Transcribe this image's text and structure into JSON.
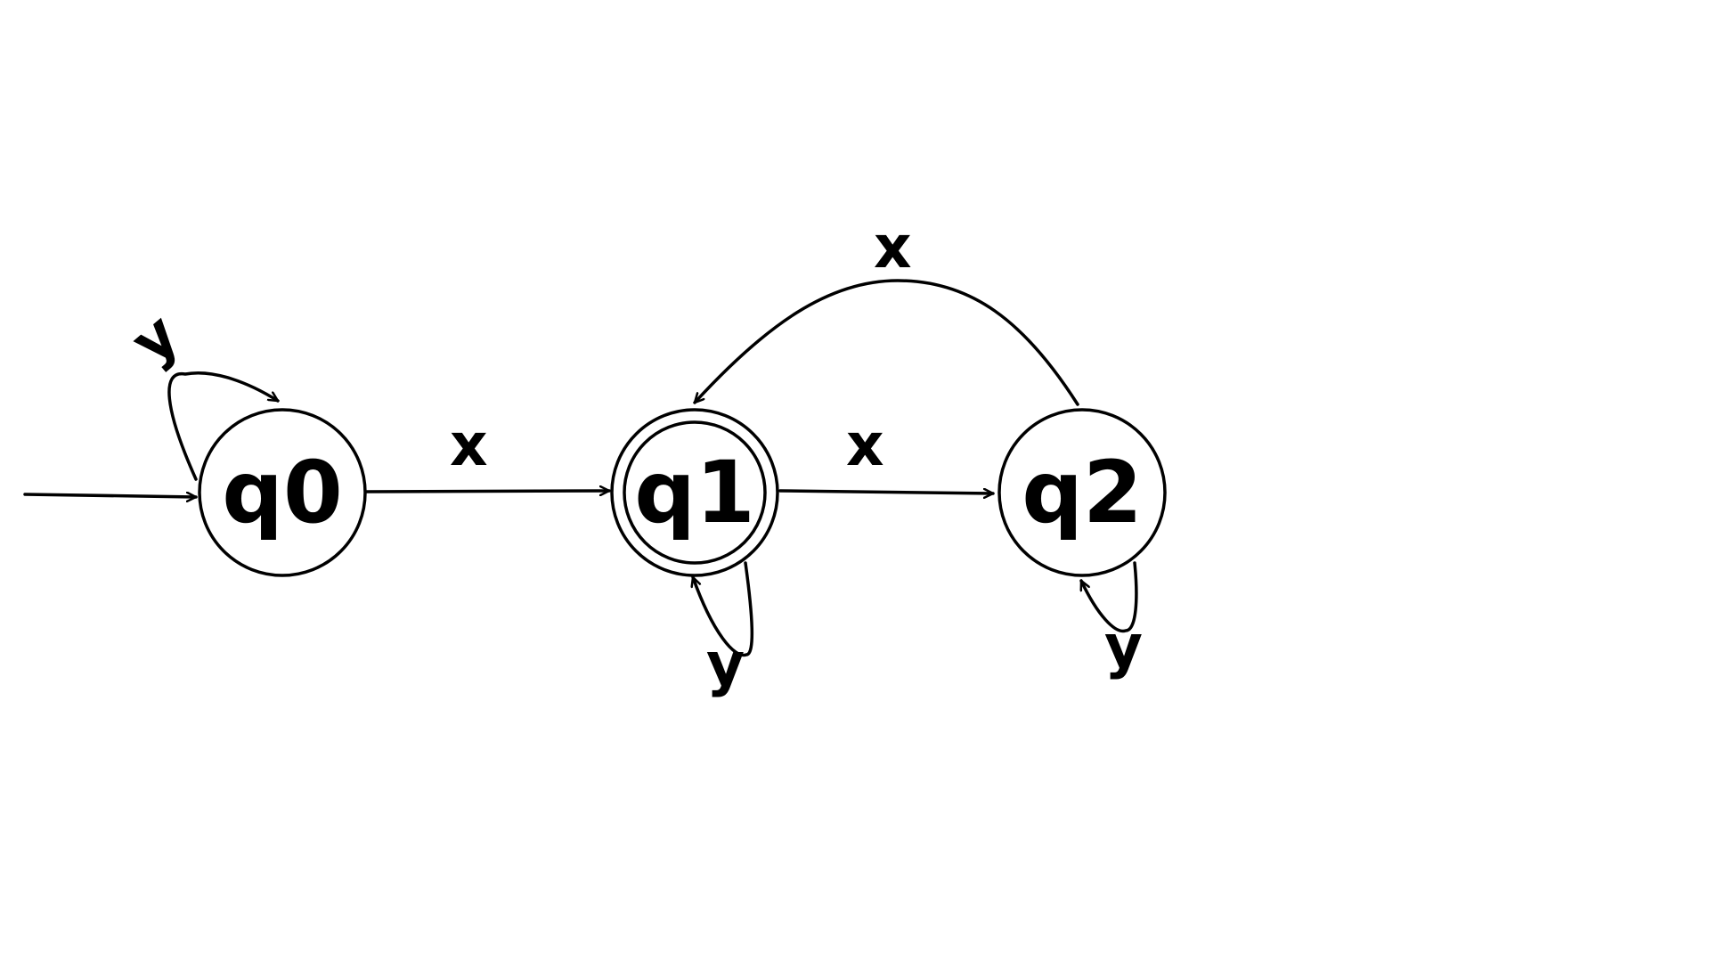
{
  "states": [
    {
      "id": "q0",
      "label": "q0",
      "initial": true,
      "accepting": false
    },
    {
      "id": "q1",
      "label": "q1",
      "initial": false,
      "accepting": true
    },
    {
      "id": "q2",
      "label": "q2",
      "initial": false,
      "accepting": false
    }
  ],
  "transitions": [
    {
      "from": "q0",
      "to": "q0",
      "label": "y"
    },
    {
      "from": "q0",
      "to": "q1",
      "label": "x"
    },
    {
      "from": "q1",
      "to": "q2",
      "label": "x"
    },
    {
      "from": "q2",
      "to": "q1",
      "label": "x"
    },
    {
      "from": "q1",
      "to": "q1",
      "label": "y"
    },
    {
      "from": "q2",
      "to": "q2",
      "label": "y"
    }
  ],
  "colors": {
    "stroke": "#000000",
    "background": "#ffffff"
  }
}
